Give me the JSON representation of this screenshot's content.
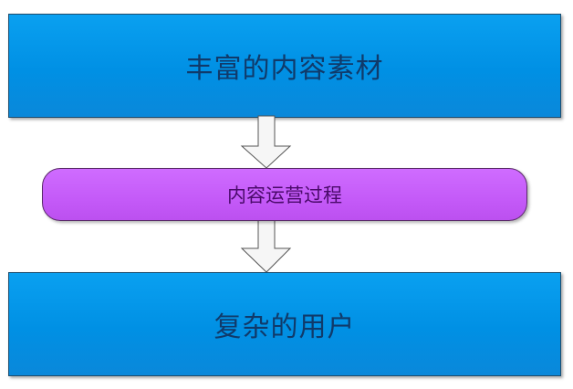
{
  "nodes": {
    "top": "丰富的内容素材",
    "middle": "内容运营过程",
    "bottom": "复杂的用户"
  },
  "colors": {
    "box": "#0098e8",
    "pill": "#c960fc",
    "arrow": "#f4f4f4"
  }
}
